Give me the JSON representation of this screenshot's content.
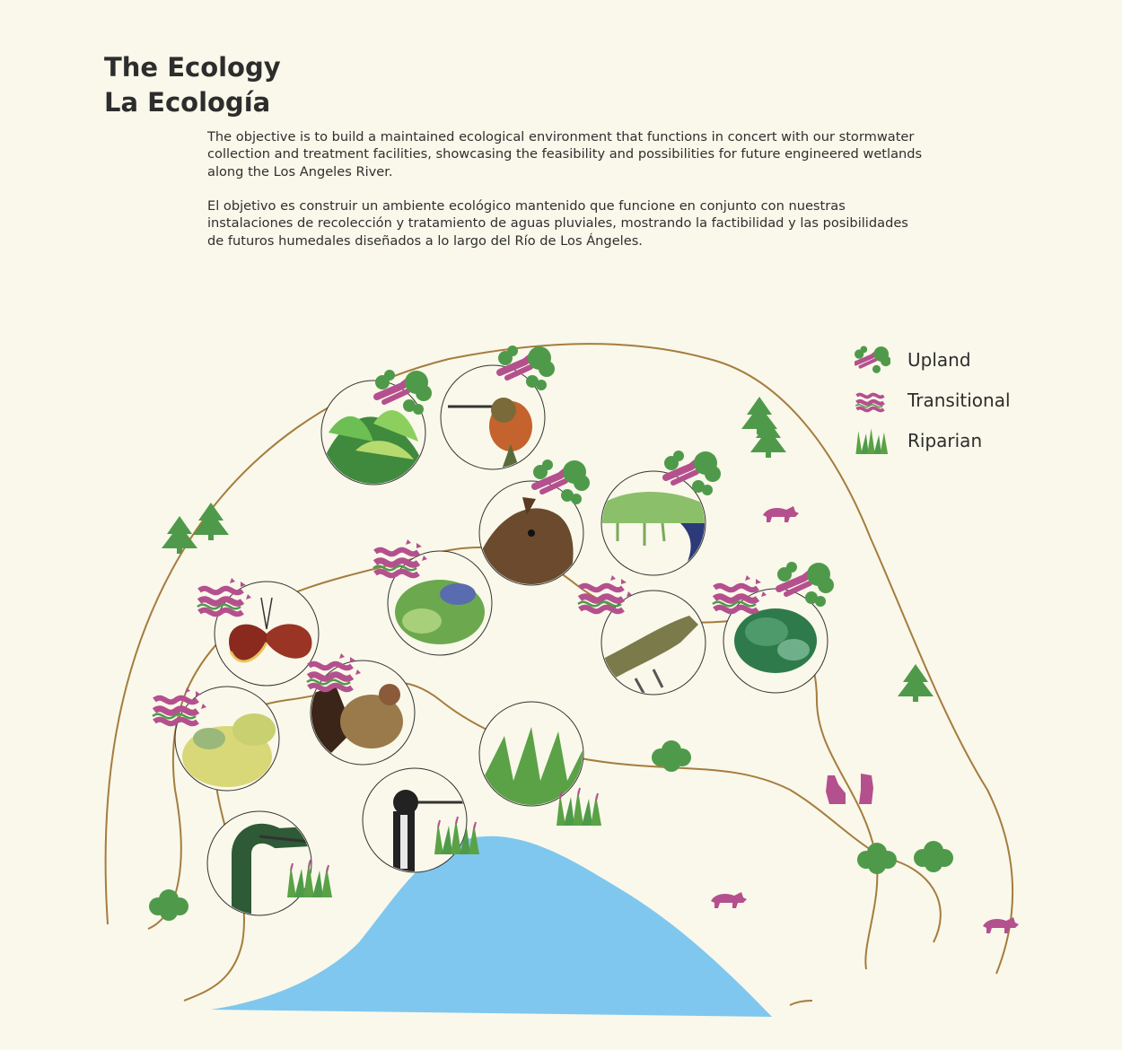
{
  "header": {
    "title_line1": "The Ecology",
    "title_line2": "La Ecología"
  },
  "description": {
    "english": "The objective is to build a maintained ecological environment that functions in concert with our stormwater collection and treatment facilities, showcasing the feasibility and possibilities for future engineered wetlands along the Los Angeles River.",
    "spanish": "El objetivo es construir un ambiente ecológico mantenido que funcione en conjunto con nuestras instalaciones de recolección y tratamiento de aguas pluviales, mostrando la factibilidad y las posibilidades de futuros humedales diseñados a lo largo del Río de Los Ángeles."
  },
  "legend": {
    "items": [
      {
        "label": "Upland",
        "icon": "upland-icon"
      },
      {
        "label": "Transitional",
        "icon": "transitional-icon"
      },
      {
        "label": "Riparian",
        "icon": "riparian-icon"
      }
    ]
  },
  "colors": {
    "background": "#f9f8ea",
    "contour": "#a67c3f",
    "upland_green": "#4f9a4a",
    "upland_magenta": "#b5508e",
    "transitional_magenta": "#b5508e",
    "riparian_green": "#5aa245",
    "water": "#7fc7ee",
    "habitat_magenta": "#b5508e"
  }
}
